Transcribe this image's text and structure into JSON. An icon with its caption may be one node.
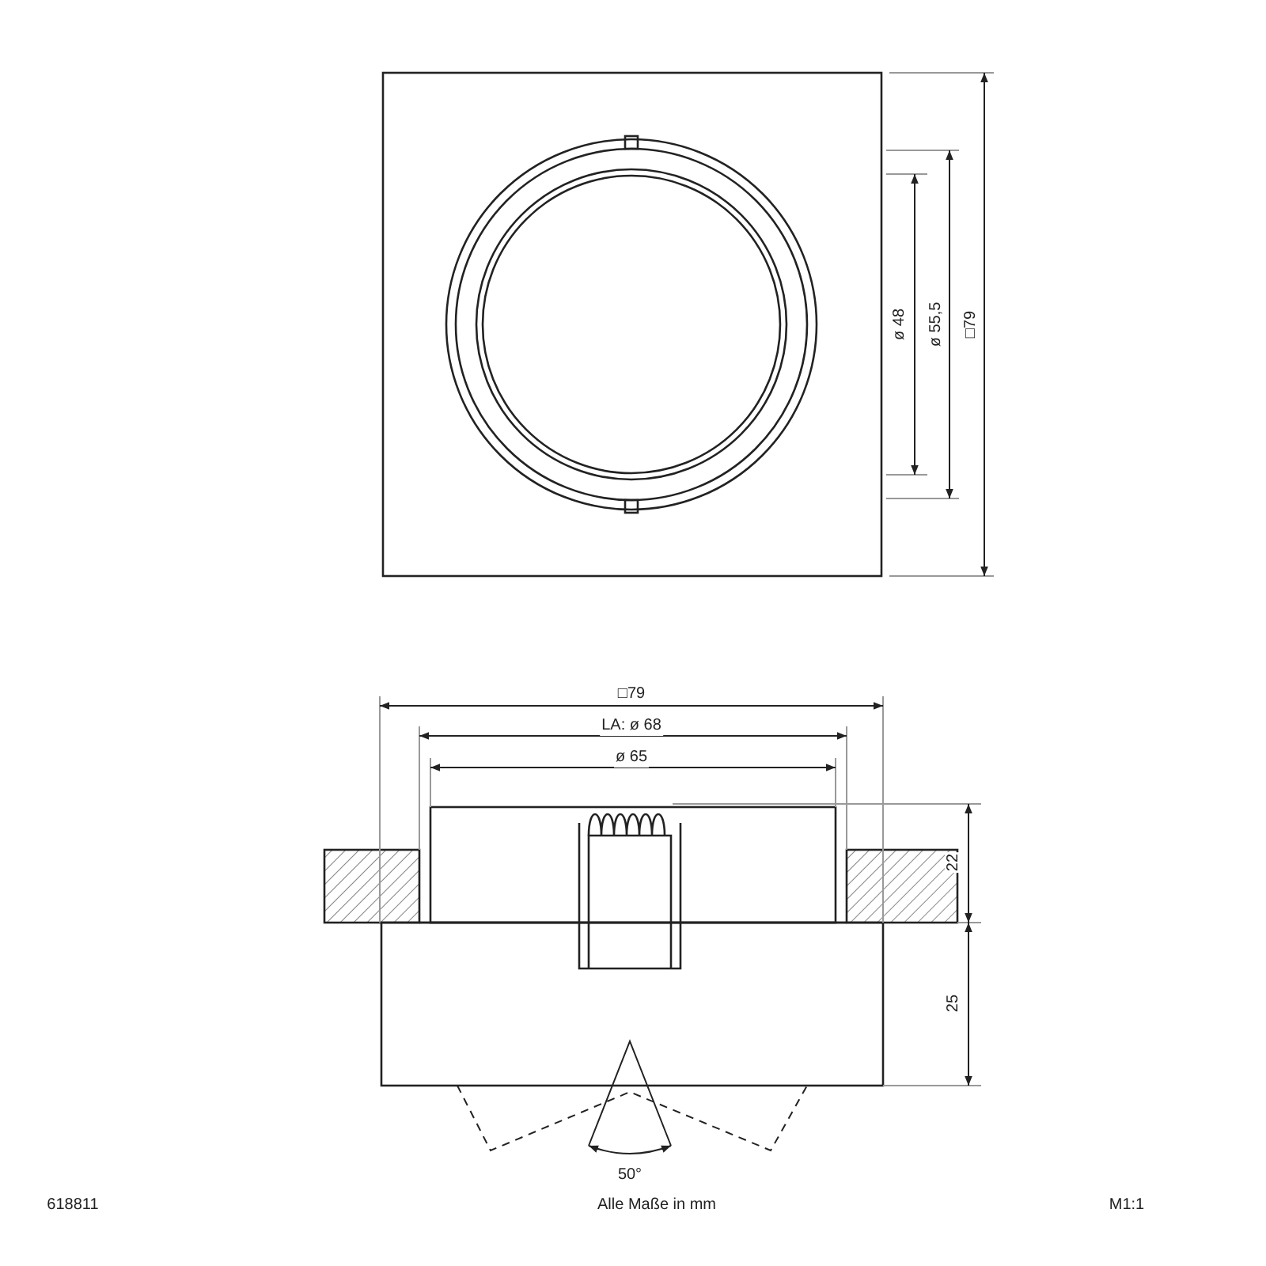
{
  "diagram": {
    "labels": [
      "ø 48",
      "ø 55,5",
      "□79",
      "□79",
      "LA: ø 68",
      "ø 65",
      "22",
      "25",
      "50°",
      "618811",
      "Alle Maße in mm",
      "M1:1"
    ]
  }
}
